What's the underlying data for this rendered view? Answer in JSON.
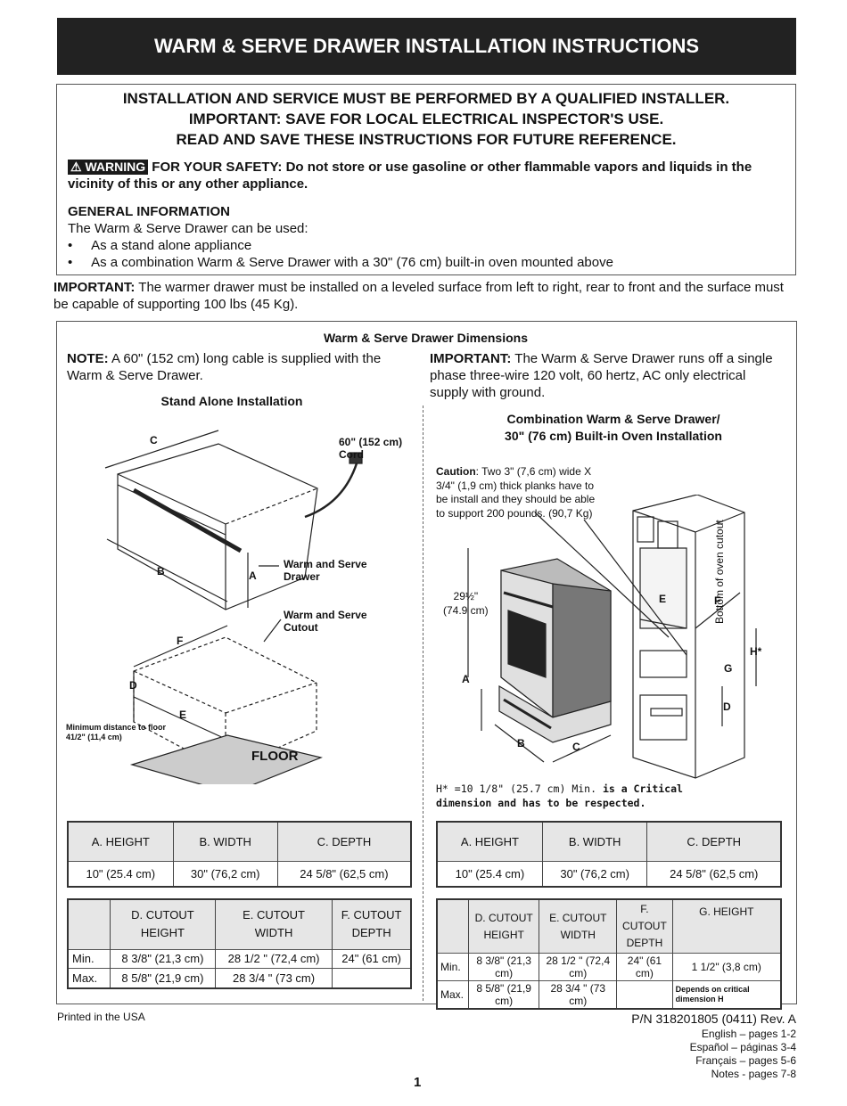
{
  "title": "WARM & SERVE DRAWER INSTALLATION INSTRUCTIONS",
  "safety": {
    "line1": "INSTALLATION AND SERVICE MUST BE PERFORMED BY A QUALIFIED INSTALLER.",
    "line2": "IMPORTANT: SAVE FOR LOCAL ELECTRICAL INSPECTOR'S USE.",
    "line3": "READ AND SAVE THESE INSTRUCTIONS FOR FUTURE REFERENCE.",
    "warning_badge": "WARNING",
    "warning_text": "FOR YOUR SAFETY:  Do not store or use gasoline or other flammable vapors and liquids in the vicinity of this or any other appliance.",
    "general_heading": "GENERAL INFORMATION",
    "general_intro": "The Warm & Serve Drawer can be used:",
    "bullets": [
      "As a stand alone appliance",
      "As a combination Warm & Serve Drawer with a 30\" (76 cm) built-in oven mounted above"
    ]
  },
  "important_level": {
    "label": "IMPORTANT:",
    "text": "The warmer drawer must be installed on a leveled surface from left to right, rear to front and the surface must be capable of supporting 100 lbs (45 Kg)."
  },
  "dimensions": {
    "heading": "Warm & Serve Drawer Dimensions",
    "note_label": "NOTE:",
    "note_text": "A 60\" (152 cm) long cable is supplied with the Warm & Serve Drawer.",
    "important_label": "IMPORTANT:",
    "important_text": "The Warm & Serve Drawer runs off a single phase three-wire 120 volt, 60 hertz, AC only electrical supply with ground.",
    "stand_alone_title": "Stand Alone Installation",
    "combo_title_1": "Combination Warm & Serve Drawer/",
    "combo_title_2": "30\" (76 cm) Built-in Oven Installation",
    "left_diagram": {
      "cord": "60\" (152 cm)",
      "cord2": "Cord",
      "drawer": "Warm and Serve",
      "drawer2": "Drawer",
      "cutout": "Warm and Serve",
      "cutout2": "Cutout",
      "min_dist": "Minimum distance to floor",
      "min_dist2": "41/2\" (11,4 cm)",
      "floor": "FLOOR",
      "letters": {
        "a": "A",
        "b": "B",
        "c": "C",
        "d": "D",
        "e": "E",
        "f": "F"
      }
    },
    "right_diagram": {
      "caution_label": "Caution",
      "caution_lines": [
        ": Two 3\" (7,6 cm) wide X",
        "3/4\" (1,9 cm) thick planks have to",
        "be install and they should be able",
        "to support 200 pounds. (90,7 Kg)"
      ],
      "height_1": "29½\"",
      "height_2": "(74.9 cm)",
      "bottom_cutout": "Bottom of oven cutout",
      "letters": {
        "a": "A",
        "b": "B",
        "c": "C",
        "d": "D",
        "e": "E",
        "f": "F",
        "g": "G",
        "h": "H*"
      },
      "h_note_1": "H* =10 1/8\" (25.7 cm) Min. ",
      "h_note_bold": "is a Critical",
      "h_note_2": "dimension and has to be respected."
    },
    "table_abc": {
      "headers": [
        "A. HEIGHT",
        "B. WIDTH",
        "C. DEPTH"
      ],
      "values": [
        "10\"  (25.4  cm)",
        "30\"  (76,2  cm)",
        "24  5/8\"  (62,5  cm)"
      ]
    },
    "table_def": {
      "headers": [
        "D. CUTOUT",
        "HEIGHT",
        "E. CUTOUT",
        "WIDTH",
        "F. CUTOUT",
        "DEPTH"
      ],
      "rows": [
        {
          "label": "Min.",
          "d": "8  3/8\"  (21,3  cm)",
          "e": "28  1/2  \"  (72,4  cm)",
          "f": "24\"  (61  cm)"
        },
        {
          "label": "Max.",
          "d": "8  5/8\"  (21,9  cm)",
          "e": "28  3/4  \"  (73  cm)",
          "f": ""
        }
      ]
    },
    "table_defg": {
      "headers": [
        "D.  CUTOUT",
        "HEIGHT",
        "E.  CUTOUT",
        "WIDTH",
        "F.  CUTOUT",
        "DEPTH",
        "G.  HEIGHT"
      ],
      "rows": [
        {
          "label": "Min.",
          "d": "8  3/8\"  (21,3  cm)",
          "e": "28  1/2  \"  (72,4  cm)",
          "f": "24\"  (61  cm)",
          "g": "1  1/2\"  (3,8  cm)"
        },
        {
          "label": "Max.",
          "d": "8  5/8\"  (21,9  cm)",
          "e": "28  3/4  \"  (73  cm)",
          "f": "",
          "g": "Depends on critical dimension H"
        }
      ]
    }
  },
  "footer": {
    "printed": "Printed in the USA",
    "pn": "P/N 318201805 (0411) Rev. A",
    "lang": [
      "English – pages 1-2",
      "Español – páginas 3-4",
      "Français – pages 5-6",
      "Notes - pages 7-8"
    ],
    "page_number": "1"
  },
  "colors": {
    "title_bg": "#222222",
    "table_header_bg": "#e6e6e6"
  }
}
